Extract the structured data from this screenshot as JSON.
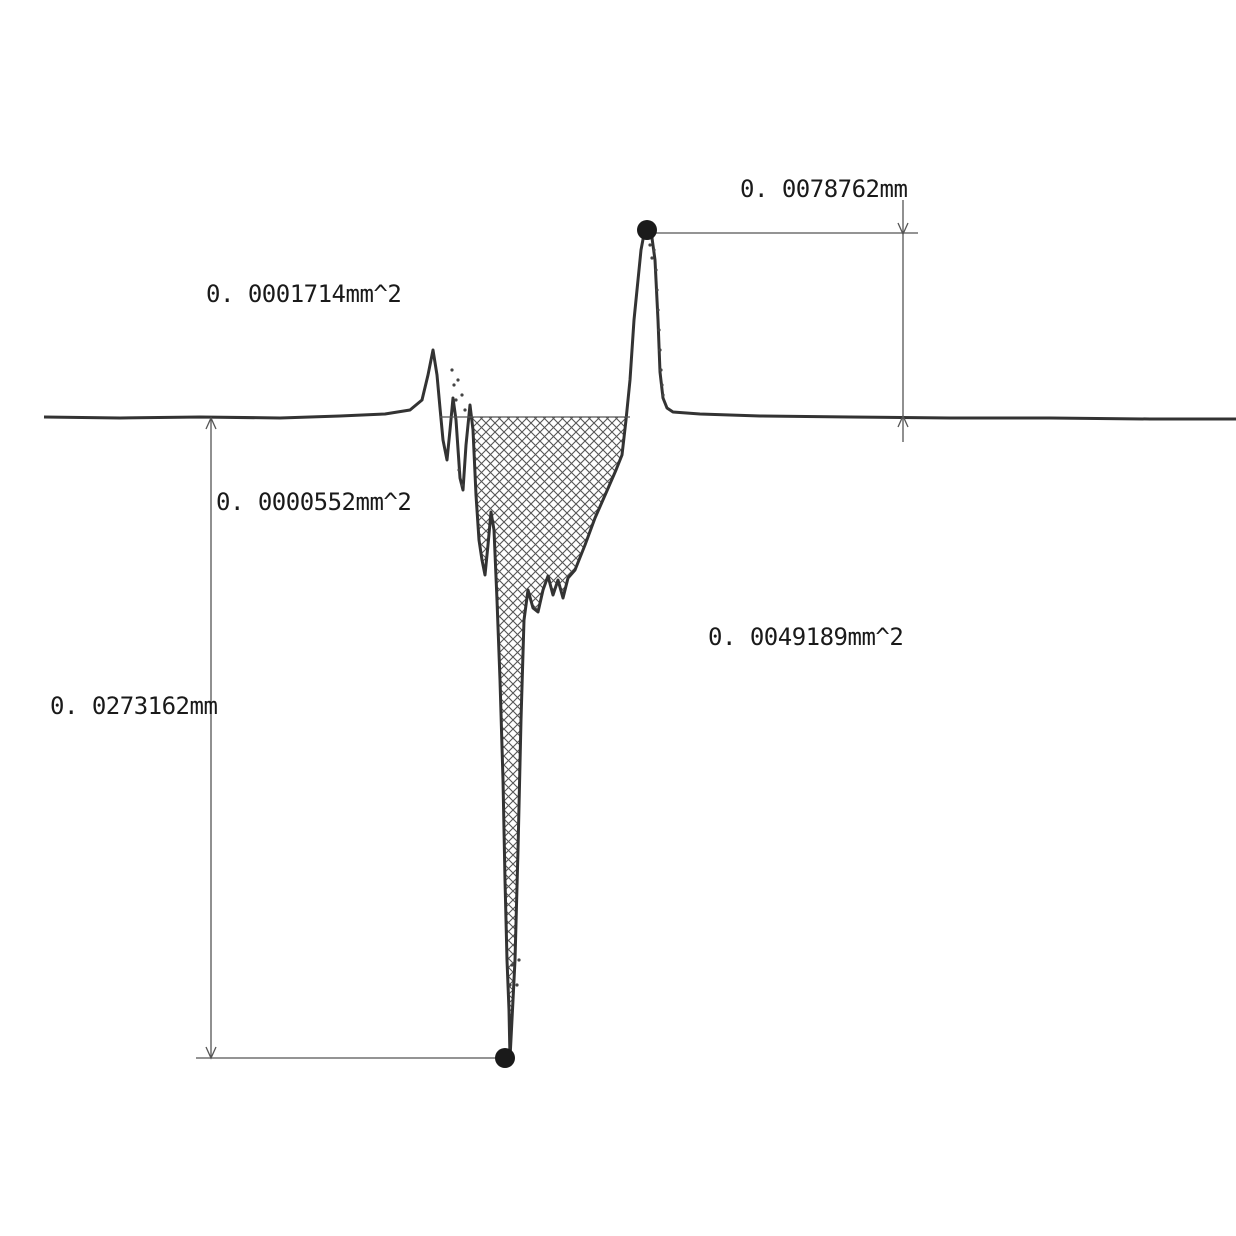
{
  "figure": {
    "peak_height_label": "0. 0078762mm",
    "area_upper_label": "0. 0001714mm^2",
    "area_small_label": "0. 0000552mm^2",
    "area_large_label": "0. 0049189mm^2",
    "depth_label": "0. 0273162mm"
  },
  "colors": {
    "profile": "#333333",
    "hatch": "#555555",
    "dimension": "#555555",
    "marker": "#1a1a1a"
  }
}
